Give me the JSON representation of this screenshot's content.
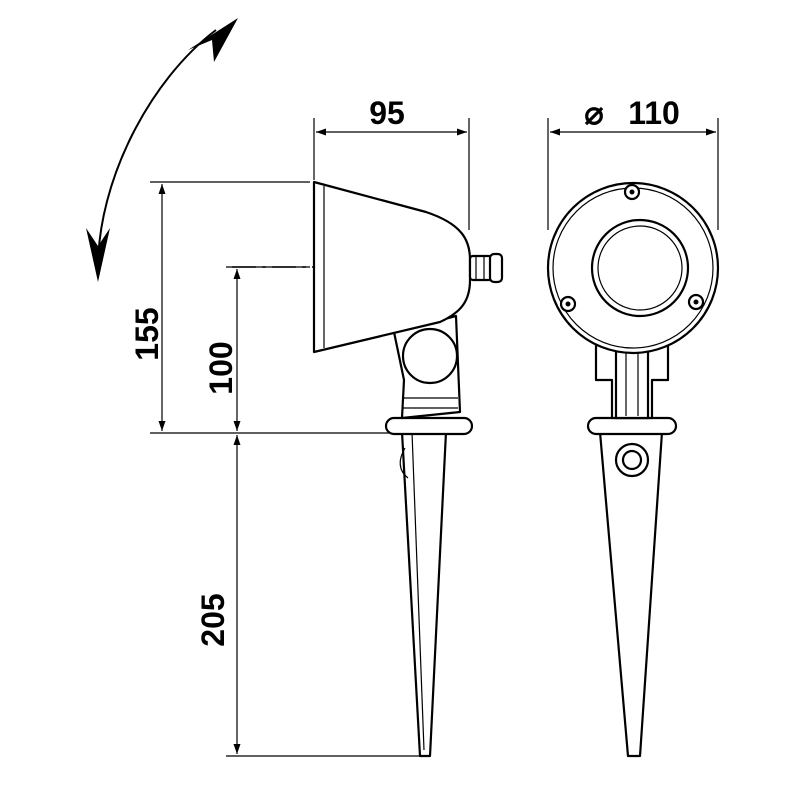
{
  "dimensions": {
    "top_width": "95",
    "diameter_symbol": "⌀",
    "diameter_value": "110",
    "total_head_height": "155",
    "pivot_height": "100",
    "spike_length": "205"
  },
  "colors": {
    "stroke": "#000000",
    "background": "#ffffff"
  },
  "icons": {
    "rotation": "curved-double-arrow-icon"
  }
}
